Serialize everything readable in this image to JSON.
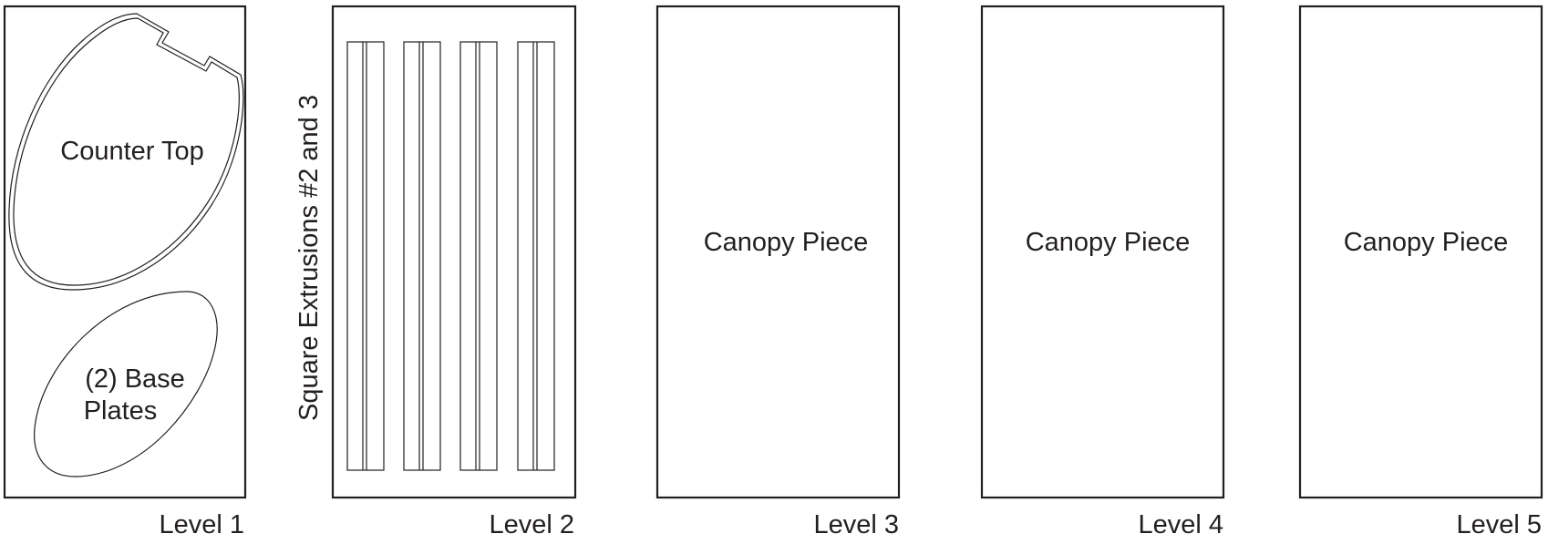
{
  "levels": [
    {
      "label": "Level 1",
      "parts": {
        "counter_top": "Counter Top",
        "base_plates_line1": "(2) Base",
        "base_plates_line2": "Plates"
      }
    },
    {
      "label": "Level 2",
      "parts": {
        "extrusions": "Square Extrusions #2 and 3"
      }
    },
    {
      "label": "Level 3",
      "parts": {
        "canopy": "Canopy Piece"
      }
    },
    {
      "label": "Level 4",
      "parts": {
        "canopy": "Canopy Piece"
      }
    },
    {
      "label": "Level 5",
      "parts": {
        "canopy": "Canopy Piece"
      }
    }
  ],
  "colors": {
    "line": "#231f20",
    "background": "#ffffff"
  }
}
